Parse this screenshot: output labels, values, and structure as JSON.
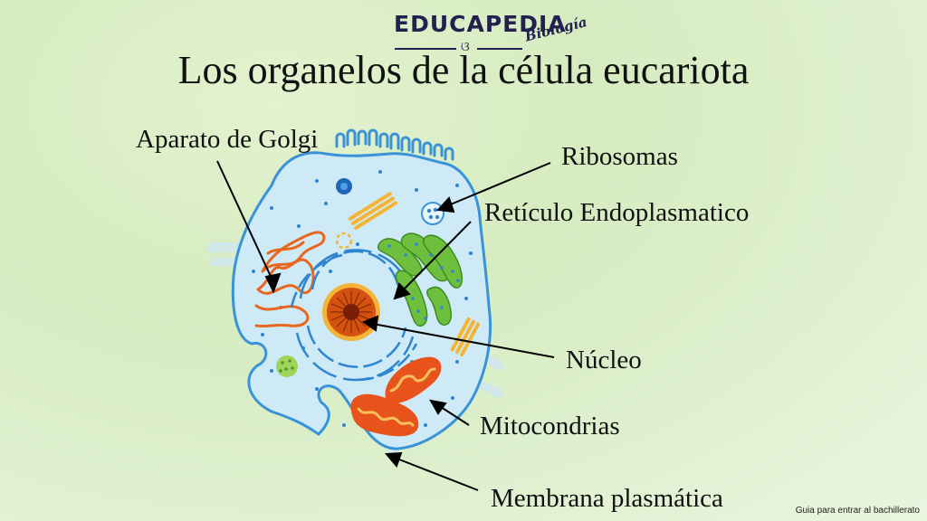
{
  "brand": {
    "name": "EDUCAPEDIA",
    "subtitle": "Biología"
  },
  "title": "Los organelos de la célula eucariota",
  "labels": {
    "golgi": "Aparato de Golgi",
    "ribosomes": "Ribosomas",
    "er": "Retículo Endoplasmatico",
    "nucleus": "Núcleo",
    "mitochondria": "Mitocondrias",
    "membrane": "Membrana plasmática"
  },
  "footer": "Guia para entrar al bachillerato",
  "colors": {
    "cytoplasm": "#cfeaf7",
    "membrane": "#3a93d8",
    "golgi": "#e8671e",
    "er": "#6fbf3e",
    "nucleus": "#d4520f",
    "mitochondria": "#e8531c"
  }
}
